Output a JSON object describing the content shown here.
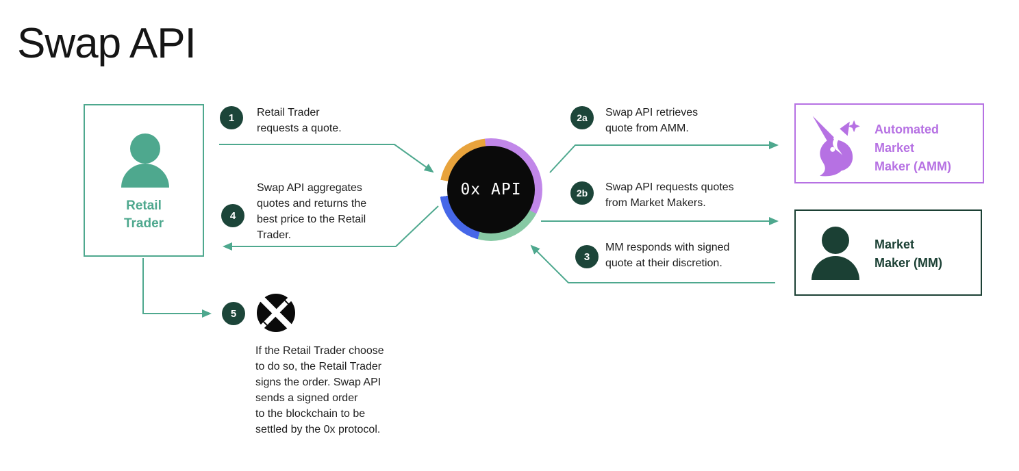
{
  "title": "Swap API",
  "colors": {
    "teal": "#4EA88E",
    "badge_dark_green": "#1C4539",
    "mm_dark_green": "#1B4034",
    "amm_purple": "#B671E3",
    "ring_purple": "#C187E9",
    "ring_orange": "#E8A33C",
    "ring_green": "#87C9A4",
    "ring_blue": "#4667E8",
    "hub_black": "#0A0A0A",
    "text_black": "#1E1E1E"
  },
  "nodes": {
    "retail_trader": {
      "icon": "person-icon",
      "label_lines": [
        "Retail",
        "Trader"
      ]
    },
    "api_hub": {
      "label": "0x API"
    },
    "amm": {
      "icon": "uniswap-unicorn-icon",
      "label_lines": [
        "Automated",
        "Market",
        "Maker (AMM)"
      ]
    },
    "mm": {
      "icon": "person-icon",
      "label_lines": [
        "Market",
        "Maker (MM)"
      ]
    }
  },
  "steps": [
    {
      "badge": "1",
      "lines": [
        "Retail Trader",
        "requests a quote."
      ]
    },
    {
      "badge": "2a",
      "lines": [
        "Swap API retrieves",
        "quote from AMM."
      ]
    },
    {
      "badge": "2b",
      "lines": [
        "Swap API requests quotes",
        "from Market Makers."
      ]
    },
    {
      "badge": "3",
      "lines": [
        "MM responds with signed",
        "quote at their discretion."
      ]
    },
    {
      "badge": "4",
      "lines": [
        "Swap API aggregates",
        "quotes and returns the",
        "best price to the Retail",
        "Trader."
      ]
    },
    {
      "badge": "5",
      "icon": "0x-protocol-logo",
      "lines": [
        "If the Retail Trader choose",
        "to do so, the Retail Trader",
        "signs the order. Swap API",
        "sends a signed order",
        "to the blockchain to be",
        "settled by the 0x protocol."
      ]
    }
  ]
}
